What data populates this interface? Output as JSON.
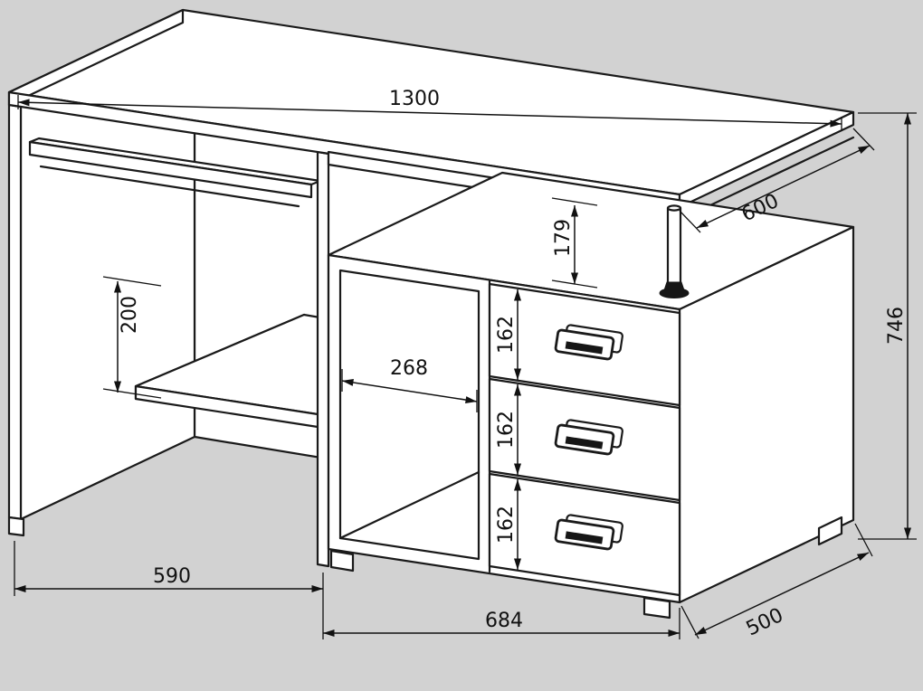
{
  "drawing": {
    "background_color": "#d2d2d2",
    "line_color": "#1a1a1a",
    "surface_color": "#ffffff",
    "dimensions": {
      "desk_width": "1300",
      "desk_depth": "600",
      "desk_height": "746",
      "desktop_to_pedestal_gap": "179",
      "shelf_clearance": "200",
      "compartment_width": "268",
      "drawer_heights": [
        "162",
        "162",
        "162"
      ],
      "left_bay_width": "590",
      "pedestal_width": "684",
      "pedestal_depth": "500"
    }
  }
}
